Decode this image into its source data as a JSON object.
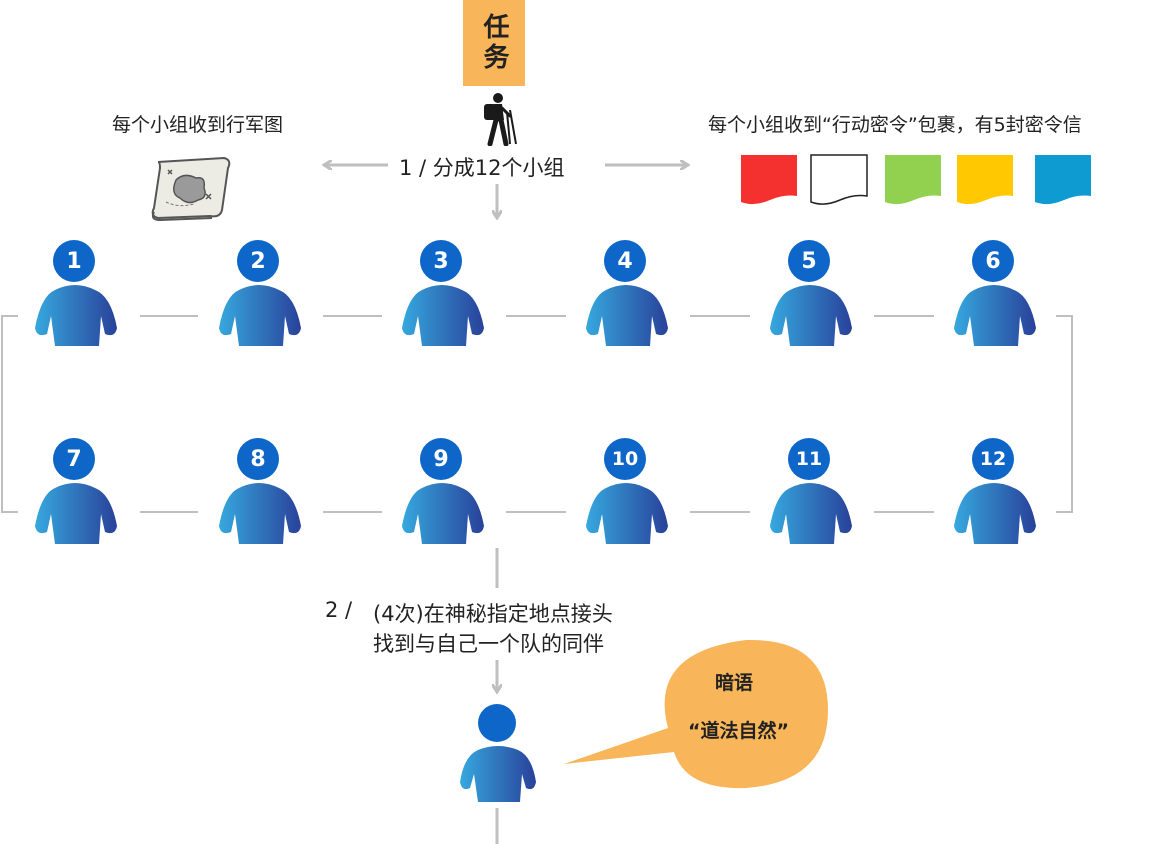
{
  "task": {
    "label": "任务"
  },
  "left_note": "每个小组收到行军图",
  "right_note": "每个小组收到“行动密令”包裹，有5封密令信",
  "step1": "1 / 分成12个小组",
  "step2_prefix": "2 /",
  "step2_line1": "(4次)在神秘指定地点接头",
  "step2_line2": "找到与自己一个队的同伴",
  "bubble": {
    "line1": "暗语",
    "line2": "“道法自然”"
  },
  "letters": [
    {
      "name": "red",
      "color": "#F5312F"
    },
    {
      "name": "white",
      "color": "#FFFFFF"
    },
    {
      "name": "green",
      "color": "#92D050"
    },
    {
      "name": "yellow",
      "color": "#FFC800"
    },
    {
      "name": "blue",
      "color": "#0D9BD1"
    }
  ],
  "groups_row1": [
    "1",
    "2",
    "3",
    "4",
    "5",
    "6"
  ],
  "groups_row2": [
    "7",
    "8",
    "9",
    "10",
    "11",
    "12"
  ],
  "colors": {
    "badge": "#0F66C9",
    "task_box": "#F9B559",
    "bubble": "#F9B559",
    "connector": "#BFBFBF"
  }
}
